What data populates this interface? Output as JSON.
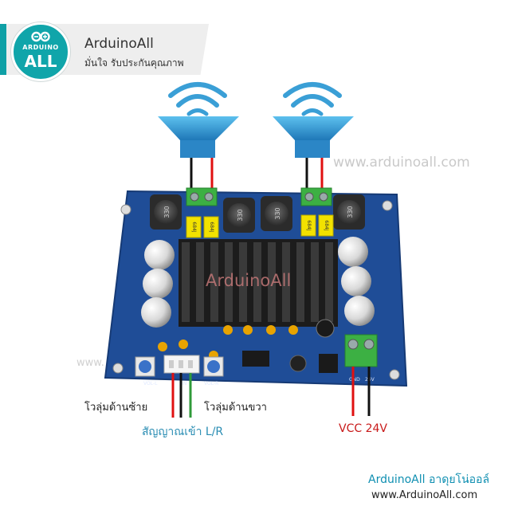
{
  "brand": {
    "logo_top_text": "ARDUINO",
    "logo_bottom_text": "ALL",
    "name": "ArduinoAll",
    "tagline": "มั่นใจ รับประกันคุณภาพ"
  },
  "watermarks": {
    "url": "www.arduinoall.com",
    "center": "ArduinoAll",
    "left": "www."
  },
  "board": {
    "inductor_labels": [
      "330",
      "330",
      "330",
      "330"
    ],
    "capacitor_labels": [
      "684J",
      "684J",
      "684J",
      "684J"
    ],
    "pin_labels": [
      "VOL-L",
      "IN",
      "VOL-R",
      "GND",
      "24V"
    ]
  },
  "labels": {
    "volume_left": "โวลุ่มด้านซ้าย",
    "volume_right": "โวลุ่มด้านขวา",
    "signal_input": "สัญญาณเข้า L/R",
    "vcc": "VCC 24V"
  },
  "footer": {
    "line1": "ArduinoAll อาดุยโน่ออล์",
    "line2": "www.ArduinoAll.com"
  },
  "colors": {
    "brand_teal": "#10a5aa",
    "pcb_blue": "#1f4d97",
    "speaker_blue": "#3a9fd6",
    "heatsink": "#1c1c1c",
    "terminal_green": "#3cb043",
    "wire_red": "#e01010",
    "wire_black": "#111111",
    "wire_green": "#2f9a3a",
    "label_input": "#2a8db3",
    "label_vcc": "#c81a1a"
  }
}
